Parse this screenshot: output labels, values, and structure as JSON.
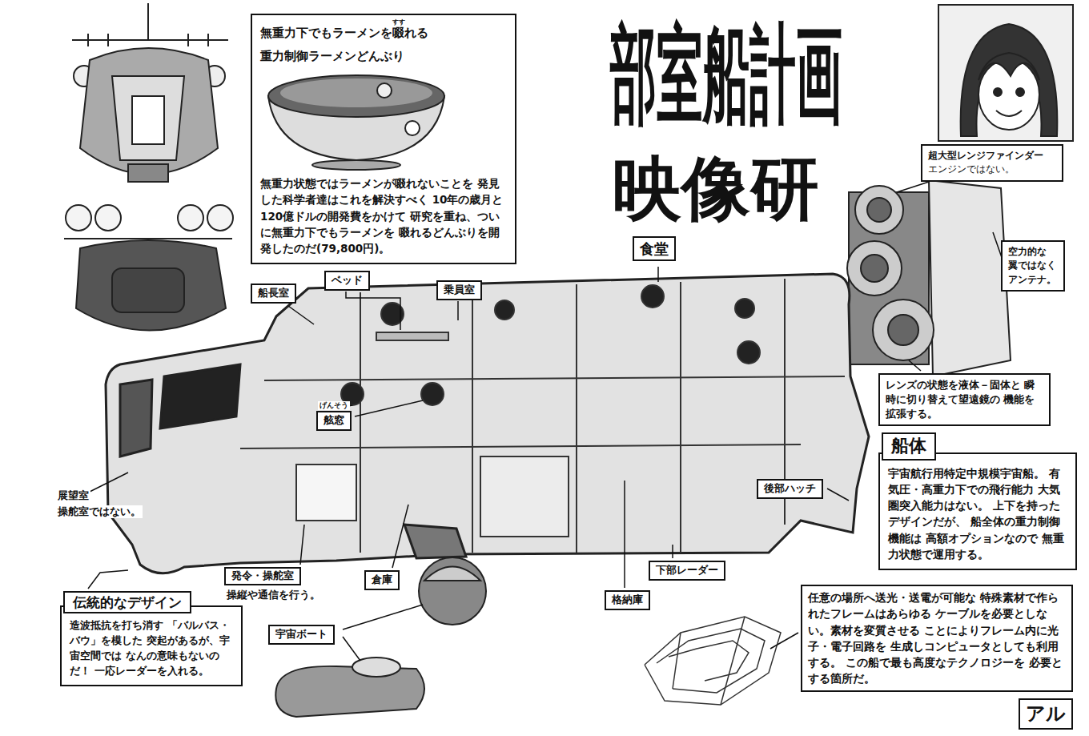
{
  "diagram": {
    "title": "部室船計画",
    "nodes": [
      {
        "text": [
          "無重力下でもラーメンを啜れる 重力制御ラーメンどんぶり",
          "無重力状態ではラーメンが啜れないことを 発見した科学者達はこれを解決すべく 10年の歳月と120億ドルの開発費をかけて 研究を重ね、ついに無重力下でもラーメンを 啜れるどんぶりを開発したのだ(79,800円)。"
        ]
      },
      {
        "text": [
          "超大型レンジファインダー",
          "エンジンではない。"
        ]
      },
      {
        "text": [
          "空力的な 翼ではなく アンテナ。"
        ]
      },
      {
        "text": [
          "食堂"
        ]
      },
      {
        "text": [
          "船長室"
        ]
      },
      {
        "text": [
          "ベッド"
        ]
      },
      {
        "text": [
          "乗員室"
        ]
      },
      {
        "text": [
          "レンズの状態を液体－固体と 瞬時に切り替えて望遠鏡の 機能を拡張する。"
        ]
      },
      {
        "text": [
          "舷窓"
        ]
      },
      {
        "text": [
          "船体",
          "宇宙航行用特定中規模宇宙船。 有気圧・高重力下での飛行能力 大気圏突入能力はない。 上下を持ったデザインだが、 船全体の重力制御機能は 高額オプションなので 無重力状態で運用する。"
        ]
      },
      {
        "text": [
          "後部ハッチ"
        ]
      },
      {
        "text": [
          "下部レーダー"
        ]
      },
      {
        "text": [
          "発令・操舵室",
          "操縦や通信を行う。"
        ]
      },
      {
        "text": [
          "倉庫"
        ]
      },
      {
        "text": [
          "格納庫"
        ]
      },
      {
        "text": [
          "伝統的なデザイン",
          "造波抵抗を打ち消す 「バルバス・バウ」を模した 突起があるが、宇宙空間では なんの意味もないのだ！ 一応レーダーを入れる。"
        ]
      },
      {
        "text": [
          "宇宙ボート"
        ]
      },
      {
        "text": [
          "任意の場所へ送光・送電が可能な 特殊素材で作られたフレームはあらゆる ケーブルを必要としない。素材を変質させる ことによりフレーム内に光子・電子回路を 生成しコンピュータとしても利用する。 この船で最も高度なテクノロジーを 必要とする箇所だ。"
        ]
      },
      {
        "text": [
          "アル"
        ]
      }
    ],
    "labels": [
      "映像研",
      "すす",
      "げんそう",
      "展望室",
      "操舵室ではない。"
    ]
  }
}
